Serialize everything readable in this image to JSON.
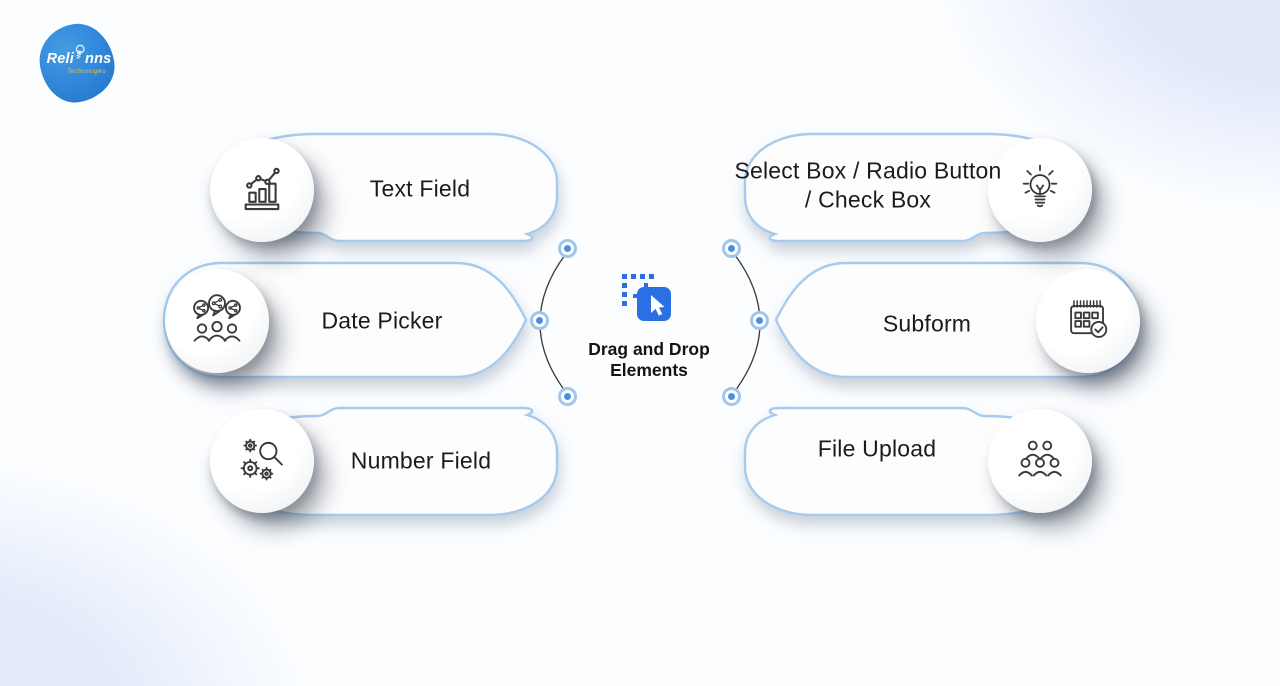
{
  "logo": {
    "brand_prefix": "Reli",
    "brand_suffix": "nns",
    "tagline": "Technologies"
  },
  "center": {
    "icon": "drag-drop-icon",
    "title_line1": "Drag and Drop",
    "title_line2": "Elements"
  },
  "elements": {
    "left": [
      {
        "label": "Text Field",
        "icon": "growth-chart-icon"
      },
      {
        "label": "Date Picker",
        "icon": "team-share-icon"
      },
      {
        "label": "Number Field",
        "icon": "gears-search-icon"
      }
    ],
    "right": [
      {
        "label": "Select Box / Radio Button / Check Box",
        "icon": "lightbulb-icon"
      },
      {
        "label": "Subform",
        "icon": "calendar-check-icon"
      },
      {
        "label": "File Upload",
        "icon": "user-group-icon"
      }
    ]
  },
  "colors": {
    "accent_blue": "#2a6fe4",
    "pill_border": "#a6cbee",
    "node_ring": "#9fc7ee",
    "node_dot": "#4a90dd",
    "logo_blue": "#2e85d9",
    "tagline_gold": "#f0bc3f",
    "text": "#1b1b1d",
    "corner_tint": "#e2e9fa",
    "background": "#fbfdff"
  }
}
